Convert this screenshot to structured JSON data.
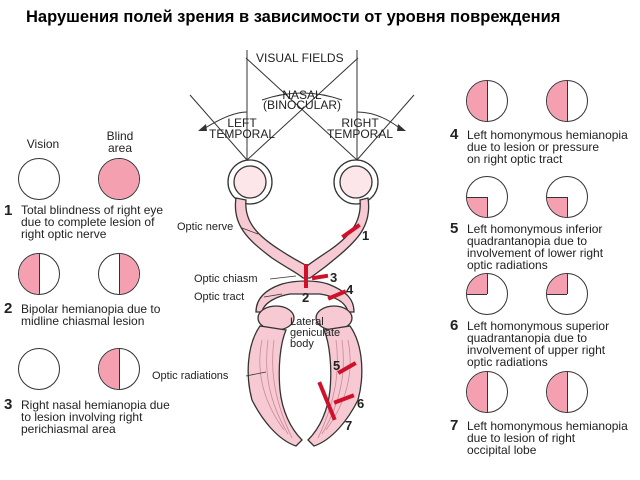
{
  "title": "Нарушения полей зрения в зависимости от уровня повреждения",
  "headers": {
    "vision": "Vision",
    "blind_area": "Blind area"
  },
  "diagram": {
    "visual_fields": "VISUAL FIELDS",
    "nasal": "NASAL",
    "binocular": "(BINOCULAR)",
    "left": "LEFT",
    "left_temporal": "TEMPORAL",
    "right": "RIGHT",
    "right_temporal": "TEMPORAL",
    "optic_nerve": "Optic nerve",
    "optic_chiasm": "Optic chiasm",
    "optic_tract": "Optic tract",
    "lateral": "Lateral",
    "geniculate": "geniculate",
    "body": "body",
    "optic_radiations": "Optic radiations",
    "lesion_numbers": [
      "1",
      "2",
      "3",
      "4",
      "5",
      "6",
      "7"
    ]
  },
  "lesions_left": [
    {
      "num": "1",
      "caption": [
        "Total blindness of right eye",
        "due to complete lesion of",
        "right optic nerve"
      ],
      "vision": "none",
      "blind": "full"
    },
    {
      "num": "2",
      "caption": [
        "Bipolar hemianopia due to",
        "midline chiasmal lesion"
      ],
      "vision": "left",
      "blind": "right"
    },
    {
      "num": "3",
      "caption": [
        "Right nasal hemianopia due",
        "to lesion involving right",
        "perichiasmal area"
      ],
      "vision": "none",
      "blind": "left"
    }
  ],
  "lesions_right": [
    {
      "num": "4",
      "caption": [
        "Left homonymous hemianopia",
        "due to lesion or pressure",
        "on right optic tract"
      ],
      "left_eye": "left",
      "right_eye": "left"
    },
    {
      "num": "5",
      "caption": [
        "Left homonymous inferior",
        "quadrantanopia due to",
        "involvement of lower right",
        "optic radiations"
      ],
      "left_eye": "lower-left",
      "right_eye": "lower-left"
    },
    {
      "num": "6",
      "caption": [
        "Left homonymous superior",
        "quadrantanopia due to",
        "involvement of upper right",
        "optic radiations"
      ],
      "left_eye": "upper-left",
      "right_eye": "upper-left"
    },
    {
      "num": "7",
      "caption": [
        "Left homonymous hemianopia",
        "due to lesion of right",
        "occipital lobe"
      ],
      "left_eye": "left",
      "right_eye": "left"
    }
  ],
  "colors": {
    "field_loss": "#f4a0b0",
    "pathway": "#f7c9d2",
    "lesion": "#d0102a"
  }
}
